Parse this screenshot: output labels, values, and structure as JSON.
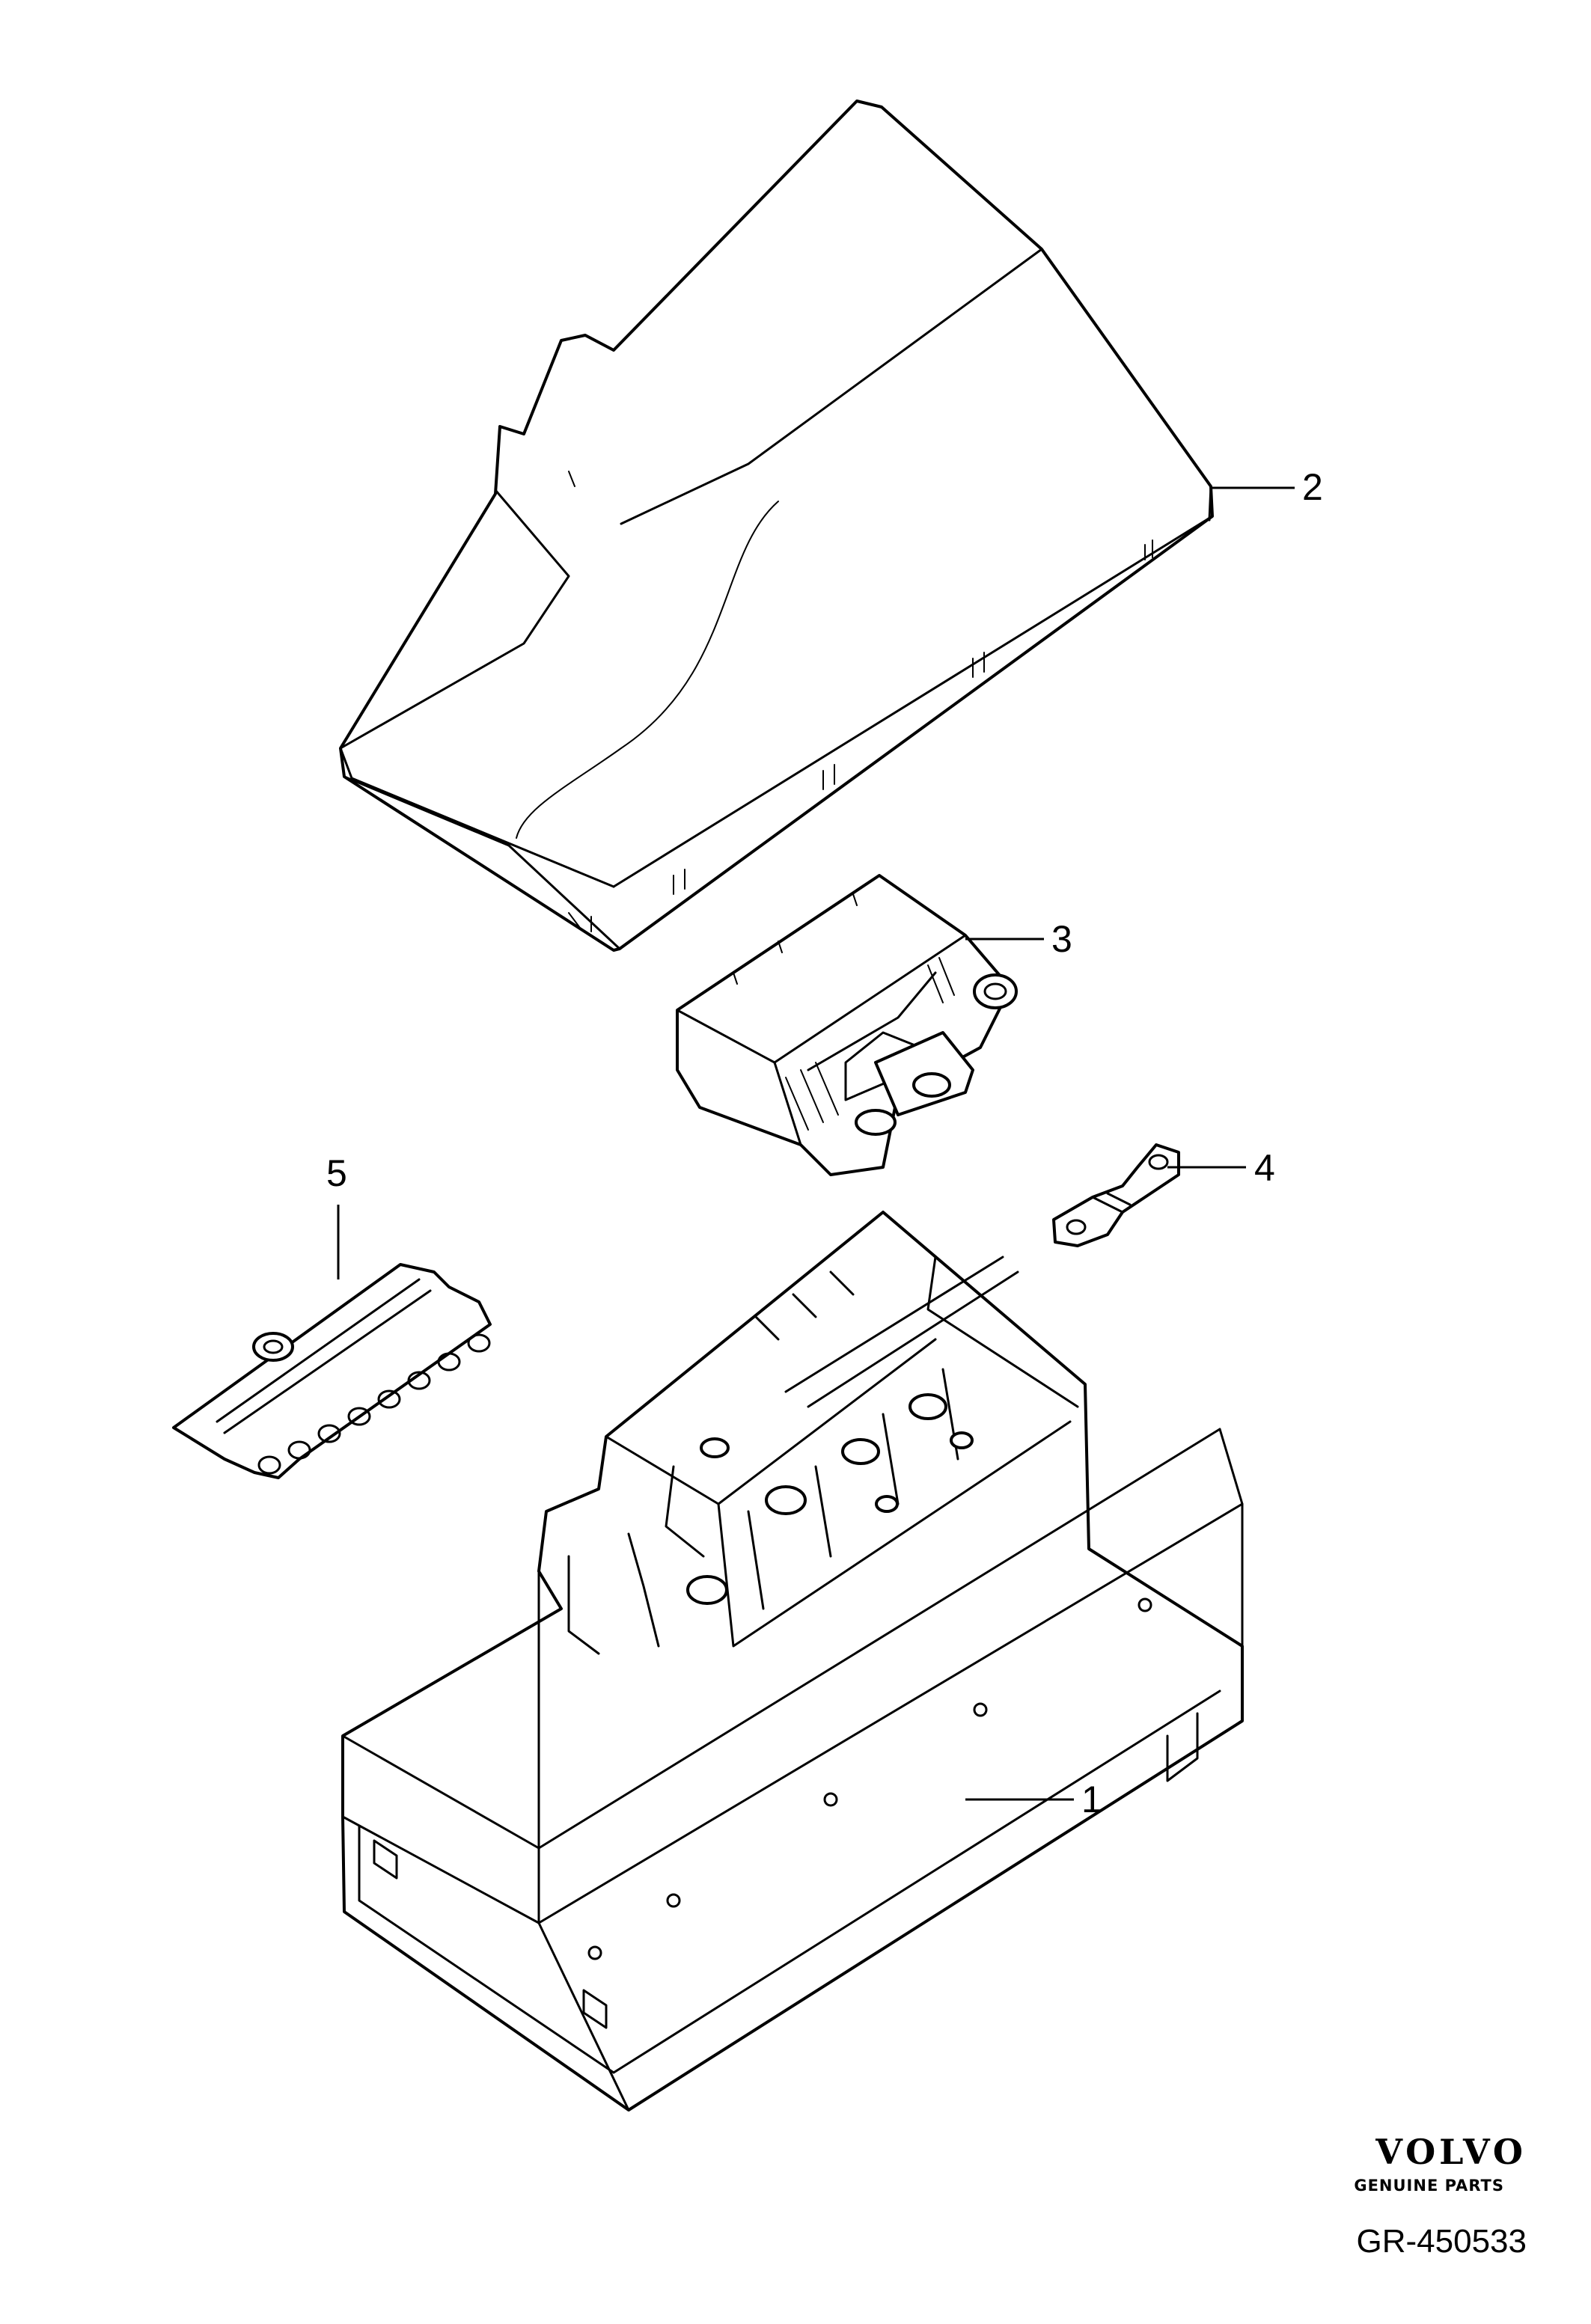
{
  "callouts": [
    {
      "id": "1",
      "label": "1"
    },
    {
      "id": "2",
      "label": "2"
    },
    {
      "id": "3",
      "label": "3"
    },
    {
      "id": "4",
      "label": "4"
    },
    {
      "id": "5",
      "label": "5"
    }
  ],
  "logo": {
    "brand": "VOLVO",
    "subtitle": "GENUINE PARTS"
  },
  "reference_code": "GR-450533"
}
